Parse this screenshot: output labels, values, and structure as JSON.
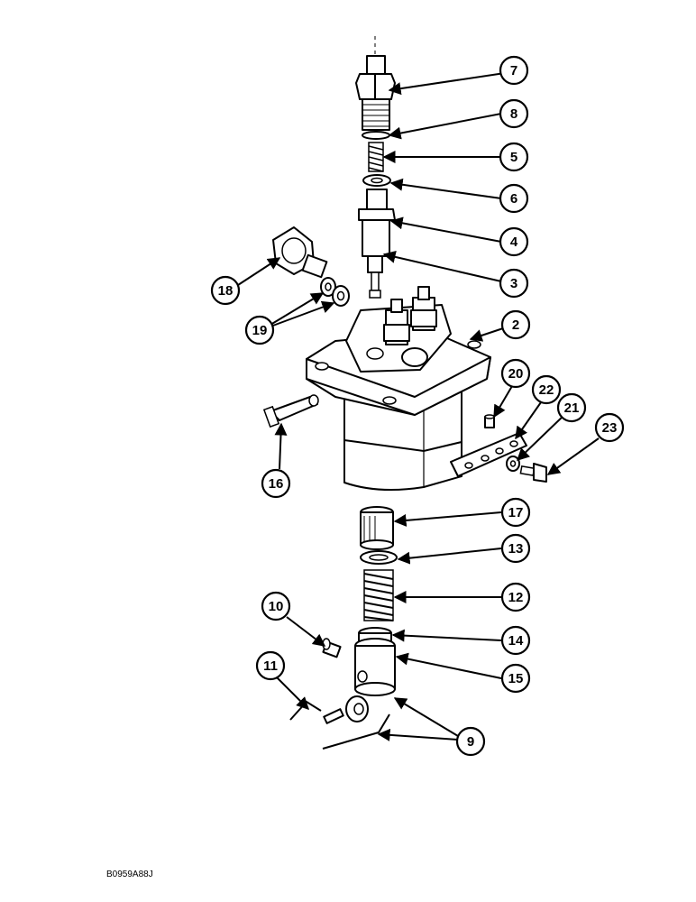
{
  "callouts": {
    "c7": "7",
    "c8": "8",
    "c5": "5",
    "c6": "6",
    "c4": "4",
    "c3": "3",
    "c18": "18",
    "c19": "19",
    "c2": "2",
    "c20": "20",
    "c22": "22",
    "c21": "21",
    "c23": "23",
    "c16": "16",
    "c17": "17",
    "c13": "13",
    "c12": "12",
    "c10": "10",
    "c14": "14",
    "c15": "15",
    "c11": "11",
    "c9": "9"
  },
  "drawing_code": "B0959A88J"
}
